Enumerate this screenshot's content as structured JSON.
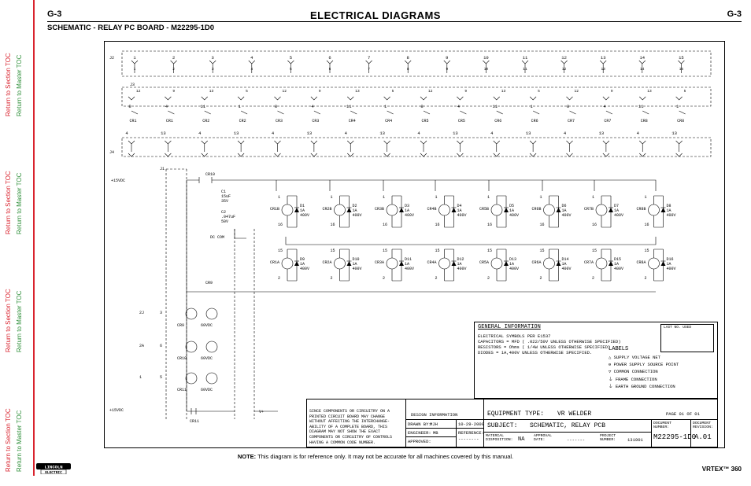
{
  "header": {
    "page_left": "G-3",
    "page_right": "G-3",
    "title": "ELECTRICAL  DIAGRAMS",
    "subtitle": "SCHEMATIC - RELAY PC BOARD - M22295-1D0"
  },
  "sidebar": {
    "links": [
      {
        "label": "Return to Section TOC",
        "type": "section"
      },
      {
        "label": "Return to Master TOC",
        "type": "master"
      },
      {
        "label": "Return to Section TOC",
        "type": "section"
      },
      {
        "label": "Return to Master TOC",
        "type": "master"
      },
      {
        "label": "Return to Section TOC",
        "type": "section"
      },
      {
        "label": "Return to Master TOC",
        "type": "master"
      },
      {
        "label": "Return to Section TOC",
        "type": "section"
      },
      {
        "label": "Return to Master TOC",
        "type": "master"
      }
    ]
  },
  "schematic": {
    "connectors": {
      "j2": "J2",
      "j3": "J3",
      "j4": "J4",
      "j1": "J1"
    },
    "j2_pins": [
      "1",
      "2",
      "3",
      "4",
      "5",
      "6",
      "7",
      "8",
      "9",
      "10",
      "11",
      "12",
      "13",
      "14",
      "15"
    ],
    "j3_pins": [
      "8",
      "4",
      "11",
      "1",
      "8",
      "4",
      "11",
      "1",
      "8",
      "4",
      "11",
      "1",
      "8",
      "4",
      "11",
      "1"
    ],
    "j3_second": [
      "12",
      "9",
      "13",
      "5",
      "12",
      "9",
      "13",
      "5",
      "12",
      "9",
      "13",
      "5",
      "12",
      "9",
      "13",
      "5"
    ],
    "j4_pins": [
      "4",
      "13",
      "4",
      "13",
      "4",
      "13",
      "4",
      "13",
      "4",
      "13",
      "4",
      "13",
      "4",
      "13",
      "4",
      "13"
    ],
    "cr_row": [
      "CR1",
      "CR1",
      "CR2",
      "CR2",
      "CR3",
      "CR3",
      "CR4",
      "CR4",
      "CR5",
      "CR5",
      "CR6",
      "CR6",
      "CR7",
      "CR7",
      "CR8",
      "CR8"
    ],
    "relays_top": [
      {
        "label": "CR1B",
        "diode": "D1",
        "pins": [
          "1",
          "16"
        ]
      },
      {
        "label": "CR2B",
        "diode": "D2",
        "pins": [
          "1",
          "16"
        ]
      },
      {
        "label": "CR3B",
        "diode": "D3",
        "pins": [
          "1",
          "16"
        ]
      },
      {
        "label": "CR4B",
        "diode": "D4",
        "pins": [
          "1",
          "16"
        ]
      },
      {
        "label": "CR5B",
        "diode": "D5",
        "pins": [
          "1",
          "16"
        ]
      },
      {
        "label": "CR6B",
        "diode": "D6",
        "pins": [
          "1",
          "16"
        ]
      },
      {
        "label": "CR7B",
        "diode": "D7",
        "pins": [
          "1",
          "16"
        ]
      },
      {
        "label": "CR8B",
        "diode": "D8",
        "pins": [
          "1",
          "16"
        ]
      }
    ],
    "relays_bottom": [
      {
        "label": "CR1A",
        "diode": "D9",
        "pins": [
          "15",
          "2"
        ]
      },
      {
        "label": "CR2A",
        "diode": "D10",
        "pins": [
          "15",
          "2"
        ]
      },
      {
        "label": "CR3A",
        "diode": "D11",
        "pins": [
          "15",
          "2"
        ]
      },
      {
        "label": "CR4A",
        "diode": "D12",
        "pins": [
          "15",
          "2"
        ]
      },
      {
        "label": "CR5A",
        "diode": "D13",
        "pins": [
          "15",
          "2"
        ]
      },
      {
        "label": "CR6A",
        "diode": "D14",
        "pins": [
          "15",
          "2"
        ]
      },
      {
        "label": "CR7A",
        "diode": "D15",
        "pins": [
          "15",
          "2"
        ]
      },
      {
        "label": "CR8A",
        "diode": "D16",
        "pins": [
          "15",
          "2"
        ]
      }
    ],
    "diode_rating": [
      "1A",
      "400V"
    ],
    "left_side": {
      "v15_top": "+15VDC",
      "dc_com": "DC COM",
      "v15_bottom": "+15VDC",
      "cr10": "CR10",
      "cr9": "CR9",
      "c1": [
        "C1",
        "15uF",
        "35V"
      ],
      "c2": [
        "C2",
        ".047uF",
        "50V"
      ],
      "coils": [
        {
          "label": "CR9",
          "rating": "60VDC",
          "in": "2J",
          "pin": "3"
        },
        {
          "label": "CR10",
          "rating": "60VDC",
          "in": "2A",
          "pin": "6"
        },
        {
          "label": "CR11",
          "rating": "60VDC",
          "in": "1",
          "pin": "5"
        }
      ],
      "cr11": "CR11",
      "vplus": "V+"
    },
    "general_info": {
      "title": "GENERAL INFORMATION",
      "line1": "ELECTRICAL SYMBOLS PER E1537",
      "line2": "CAPACITORS =  MFD ( .022/50V UNLESS OTHERWISE SPECIFIED)",
      "line3": "RESISTORS = Ohms ( 1/4W  UNLESS OTHERWISE SPECIFIED)",
      "line4": "DIODES =   1A,400V   UNLESS OTHERWISE SPECIFIED.",
      "labels_title": "LABELS",
      "labels": [
        "SUPPLY VOLTAGE NET",
        "POWER SUPPLY SOURCE POINT",
        "COMMON CONNECTION",
        "FRAME CONNECTION",
        "EARTH GROUND CONNECTION"
      ],
      "last_no_used": "LAST NO. USED"
    },
    "title_block": {
      "disclaimer": "SINCE COMPONENTS OR CIRCUITRY ON A PRINTED CIRCUIT BOARD MAY CHANGE WITHOUT AFFECTING THE INTERCHANGE-ABILITY OF A COMPLETE BOARD, THIS DIAGRAM MAY NOT SHOW THE EXACT COMPONENTS OR CIRCUITRY OF CONTROLS HAVING A COMMON CODE NUMBER.",
      "design_info": "DESIGN INFORMATION",
      "drawn_by_label": "DRAWN BY:",
      "drawn_by": "MJH",
      "date": "10-29-2009",
      "engineer_label": "ENGINEER:",
      "engineer": "MB",
      "reference_label": "REFERENCE:",
      "reference": "--------",
      "approved_label": "APPROVED:",
      "equipment_type_label": "EQUIPMENT TYPE:",
      "equipment_type": "VR WELDER",
      "page": "PAGE 01 OF 01",
      "subject_label": "SUBJECT:",
      "subject": "SCHEMATIC, RELAY PCB",
      "material_label": "MATERIAL DISPOSITION:",
      "material": "NA",
      "approval_label": "APPROVAL DATE:",
      "approval": "-------",
      "project_label": "PROJECT NUMBER:",
      "project": "131901",
      "doc_number_label": "DOCUMENT NUMBER:",
      "doc_number": "M22295-1D0",
      "doc_revision_label": "DOCUMENT REVISION:",
      "doc_revision": "A.01"
    }
  },
  "note": {
    "bold": "NOTE:",
    "text": " This diagram is for reference only. It may not be accurate for all machines covered by this manual."
  },
  "footer": {
    "model": "VRTEX™ 360",
    "logo_top": "LINCOLN",
    "logo_bottom": "ELECTRIC"
  }
}
